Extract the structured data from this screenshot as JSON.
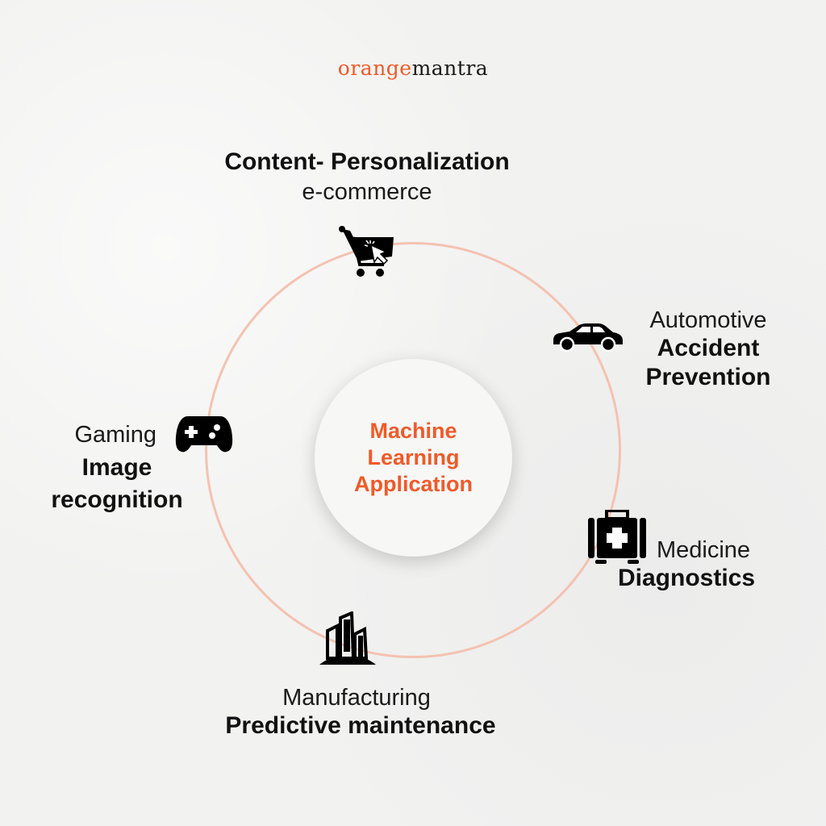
{
  "brand": {
    "part1": "orange",
    "part2": "mantra",
    "accent_color": "#f05a28"
  },
  "center": {
    "line1": "Machine",
    "line2": "Learning",
    "line3": "Application"
  },
  "ring_color": "#f4c2b0",
  "nodes": [
    {
      "id": "ecommerce",
      "title": "Content- Personalization",
      "industry": "e-commerce",
      "icon": "shopping-cart-icon"
    },
    {
      "id": "automotive",
      "industry": "Automotive",
      "title_line1": "Accident",
      "title_line2": "Prevention",
      "icon": "car-icon"
    },
    {
      "id": "medicine",
      "industry": "Medicine",
      "title": "Diagnostics",
      "icon": "medical-kit-icon"
    },
    {
      "id": "manufacturing",
      "industry": "Manufacturing",
      "title": "Predictive maintenance",
      "icon": "buildings-icon"
    },
    {
      "id": "gaming",
      "industry": "Gaming",
      "title_line1": "Image",
      "title_line2": "recognition",
      "icon": "gamepad-icon"
    }
  ]
}
